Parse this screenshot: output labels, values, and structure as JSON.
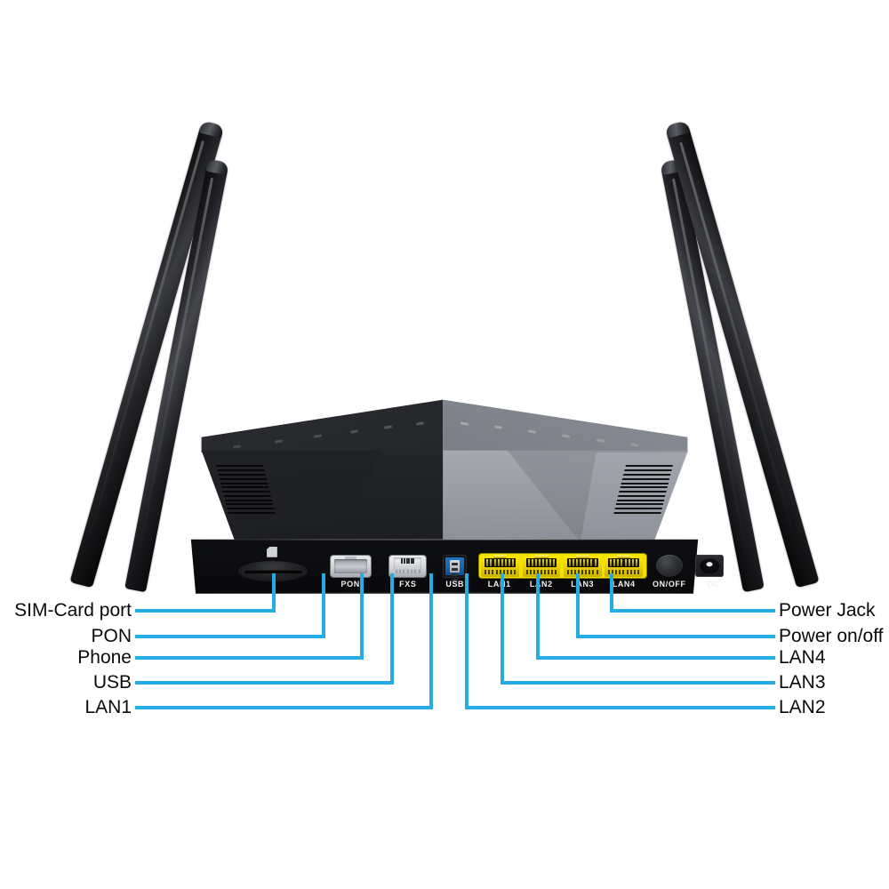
{
  "product": {
    "name": "wireless-router-rear-view",
    "description": "Rear view of a 4-antenna GPON WiFi router with callout labels"
  },
  "colors": {
    "callout_blue": "#27abe3",
    "label_text": "#0a0a0a",
    "port_yellow": "#f2e000",
    "usb_blue": "#1f74c4",
    "background": "#ffffff",
    "body_dark": "#17181b",
    "body_light": "#8b8e96"
  },
  "device": {
    "antenna_count": 4,
    "port_labels": [
      {
        "id": "sim",
        "text": ""
      },
      {
        "id": "pon",
        "text": "PON"
      },
      {
        "id": "fxs",
        "text": "FXS"
      },
      {
        "id": "usb",
        "text": "USB"
      },
      {
        "id": "lan1",
        "text": "LAN1"
      },
      {
        "id": "lan2",
        "text": "LAN2"
      },
      {
        "id": "lan3",
        "text": "LAN3"
      },
      {
        "id": "lan4",
        "text": "LAN4"
      },
      {
        "id": "onoff",
        "text": "ON/OFF"
      },
      {
        "id": "dc",
        "text": "DC"
      }
    ]
  },
  "callouts": {
    "left": [
      {
        "id": "sim-card-port",
        "text": "SIM-Card port"
      },
      {
        "id": "pon",
        "text": "PON"
      },
      {
        "id": "phone",
        "text": "Phone"
      },
      {
        "id": "usb",
        "text": "USB"
      },
      {
        "id": "lan1",
        "text": "LAN1"
      }
    ],
    "right": [
      {
        "id": "power-jack",
        "text": "Power Jack"
      },
      {
        "id": "power-on-off",
        "text": "Power on/off"
      },
      {
        "id": "lan4",
        "text": "LAN4"
      },
      {
        "id": "lan3",
        "text": "LAN3"
      },
      {
        "id": "lan2",
        "text": "LAN2"
      }
    ]
  }
}
